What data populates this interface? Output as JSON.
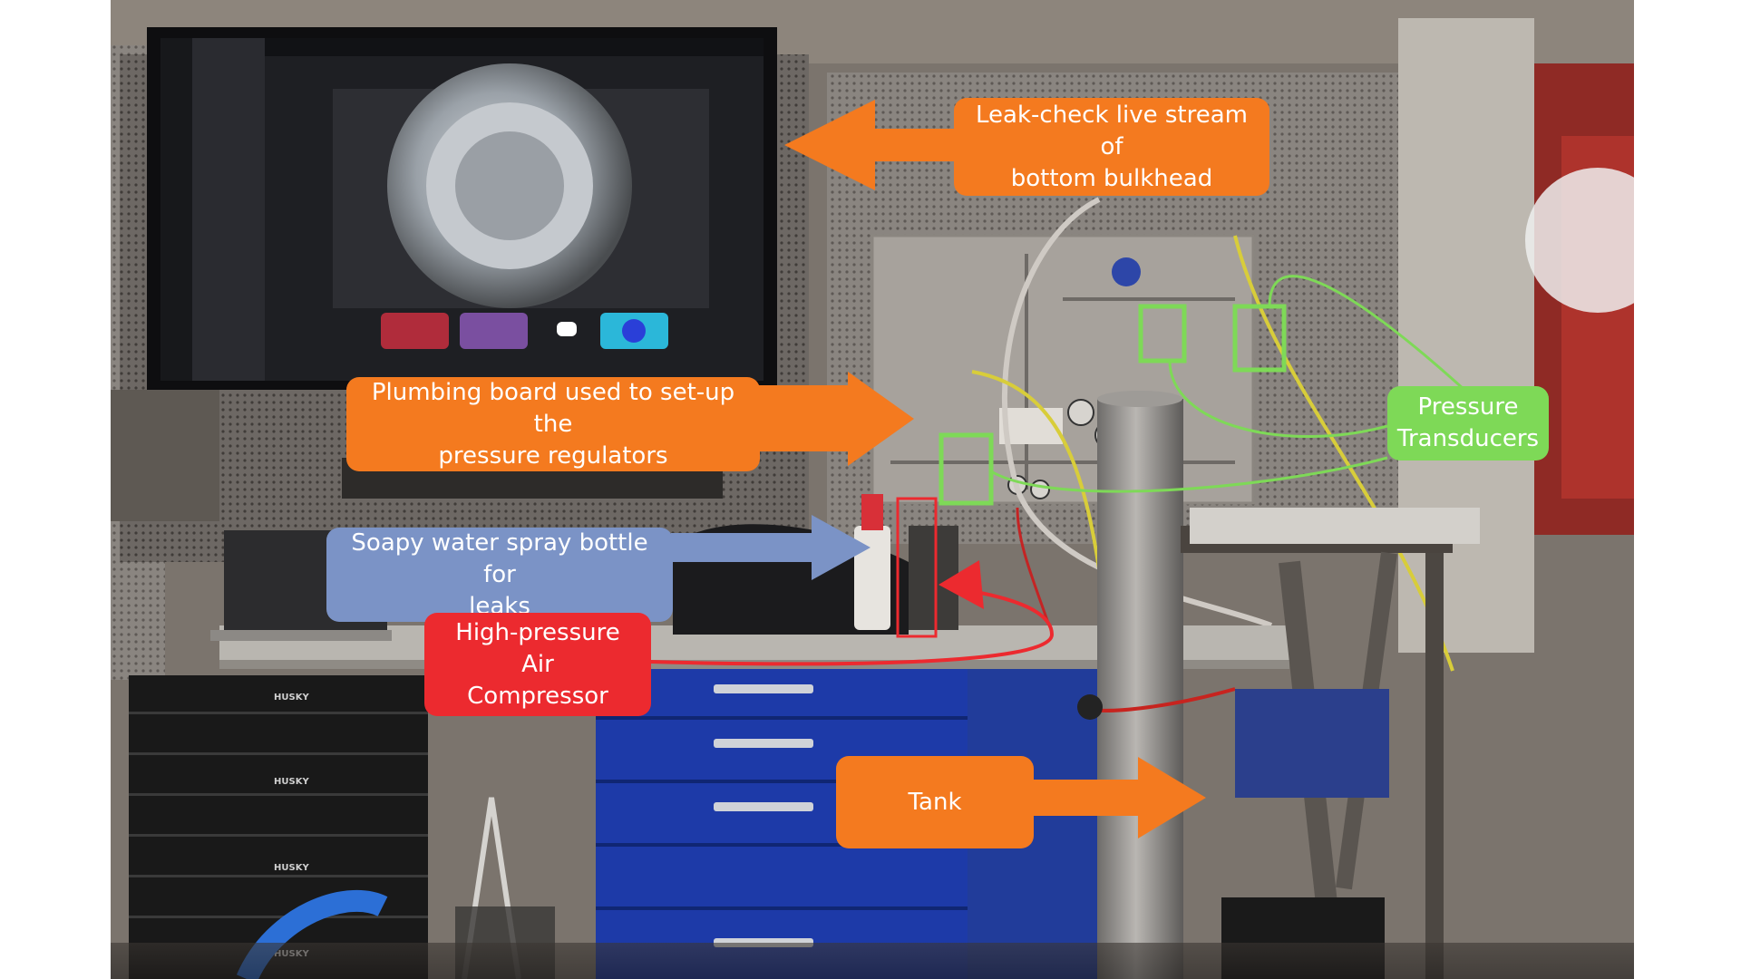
{
  "colors": {
    "callout_orange": "#f47a1f",
    "callout_green": "#7ed957",
    "callout_blue": "#7b93c6",
    "callout_red": "#ec2a2f",
    "cabinet_blue": "#1d3aa8"
  },
  "callouts": {
    "leak_check": "Leak-check live stream of\nbottom bulkhead",
    "plumbing_board": "Plumbing board used to set-up the\npressure regulators",
    "soapy_water": "Soapy water spray bottle for\nleaks",
    "air_compressor": "High-pressure Air\nCompressor",
    "tank": "Tank",
    "pressure_transducers": "Pressure\nTransducers"
  },
  "brand_marks": {
    "toolbox_brand": "HUSKY"
  },
  "icons": [
    "discord-icon"
  ]
}
